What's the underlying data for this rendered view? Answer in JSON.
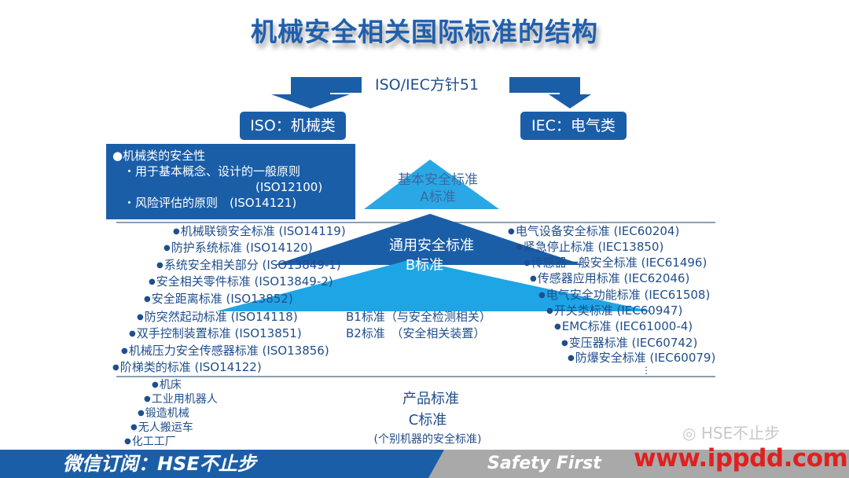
{
  "title": "机械安全相关国际标准的结构",
  "top": {
    "guide": "ISO/IEC方针51",
    "iso_box": "ISO：机械类",
    "iec_box": "IEC：电气类"
  },
  "a_box": {
    "heading": "机械类的安全性",
    "item1": "・用于基本概念、设计的一般原则",
    "item1_code": "(ISO12100)",
    "item2": "・风险评估的原则　(ISO14121)"
  },
  "a_level": {
    "line1": "基本安全标准",
    "line2": "A标准"
  },
  "b_level": {
    "line1": "通用安全标准",
    "line2": "B标准",
    "b1": "B1标准（与安全检测相关）",
    "b2": "B2标准　（安全相关装置）"
  },
  "iso_b_items": [
    "机械联锁安全标准 (ISO14119)",
    "防护系统标准 (ISO14120)",
    "系统安全相关部分 (ISO13849-1)",
    "安全相关零件标准 (ISO13849-2)",
    "安全距离标准 (ISO13852)",
    "防突然起动标准 (ISO14118)",
    "双手控制装置标准 (ISO13851)",
    "机械压力安全传感器标准 (ISO13856)",
    "阶梯类的标准 (ISO14122)"
  ],
  "iec_b_items": [
    "电气设备安全标准 (IEC60204)",
    "紧急停止标准 (IEC13850)",
    "传感器一般安全标准 (IEC61496)",
    "传感器应用标准 (IEC62046)",
    "电气安全功能标准 (IEC61508)",
    "开关类标准 (IEC60947)",
    "EMC标准 (IEC61000-4)",
    "变压器标准 (IEC60742)",
    "防爆安全标准 (IEC60079)"
  ],
  "iec_more": "⋮",
  "c_level": {
    "line1": "产品标准",
    "line2": "C标准",
    "line3": "(个别机器的安全标准)",
    "items": [
      "机床",
      "工业用机器人",
      "锻造机械",
      "无人搬运车",
      "化工工厂"
    ]
  },
  "footer": {
    "left": "微信订阅：HSE不止步",
    "right": "Safety First",
    "watermark1": "HSE不止步",
    "watermark2": "www.ippdd.com"
  },
  "colors": {
    "title": "#1f5fae",
    "dark_blue": "#1b5ea8",
    "light_blue": "#1ea5e6",
    "text": "#1f4e8c",
    "watermark_red": "#e02020"
  }
}
